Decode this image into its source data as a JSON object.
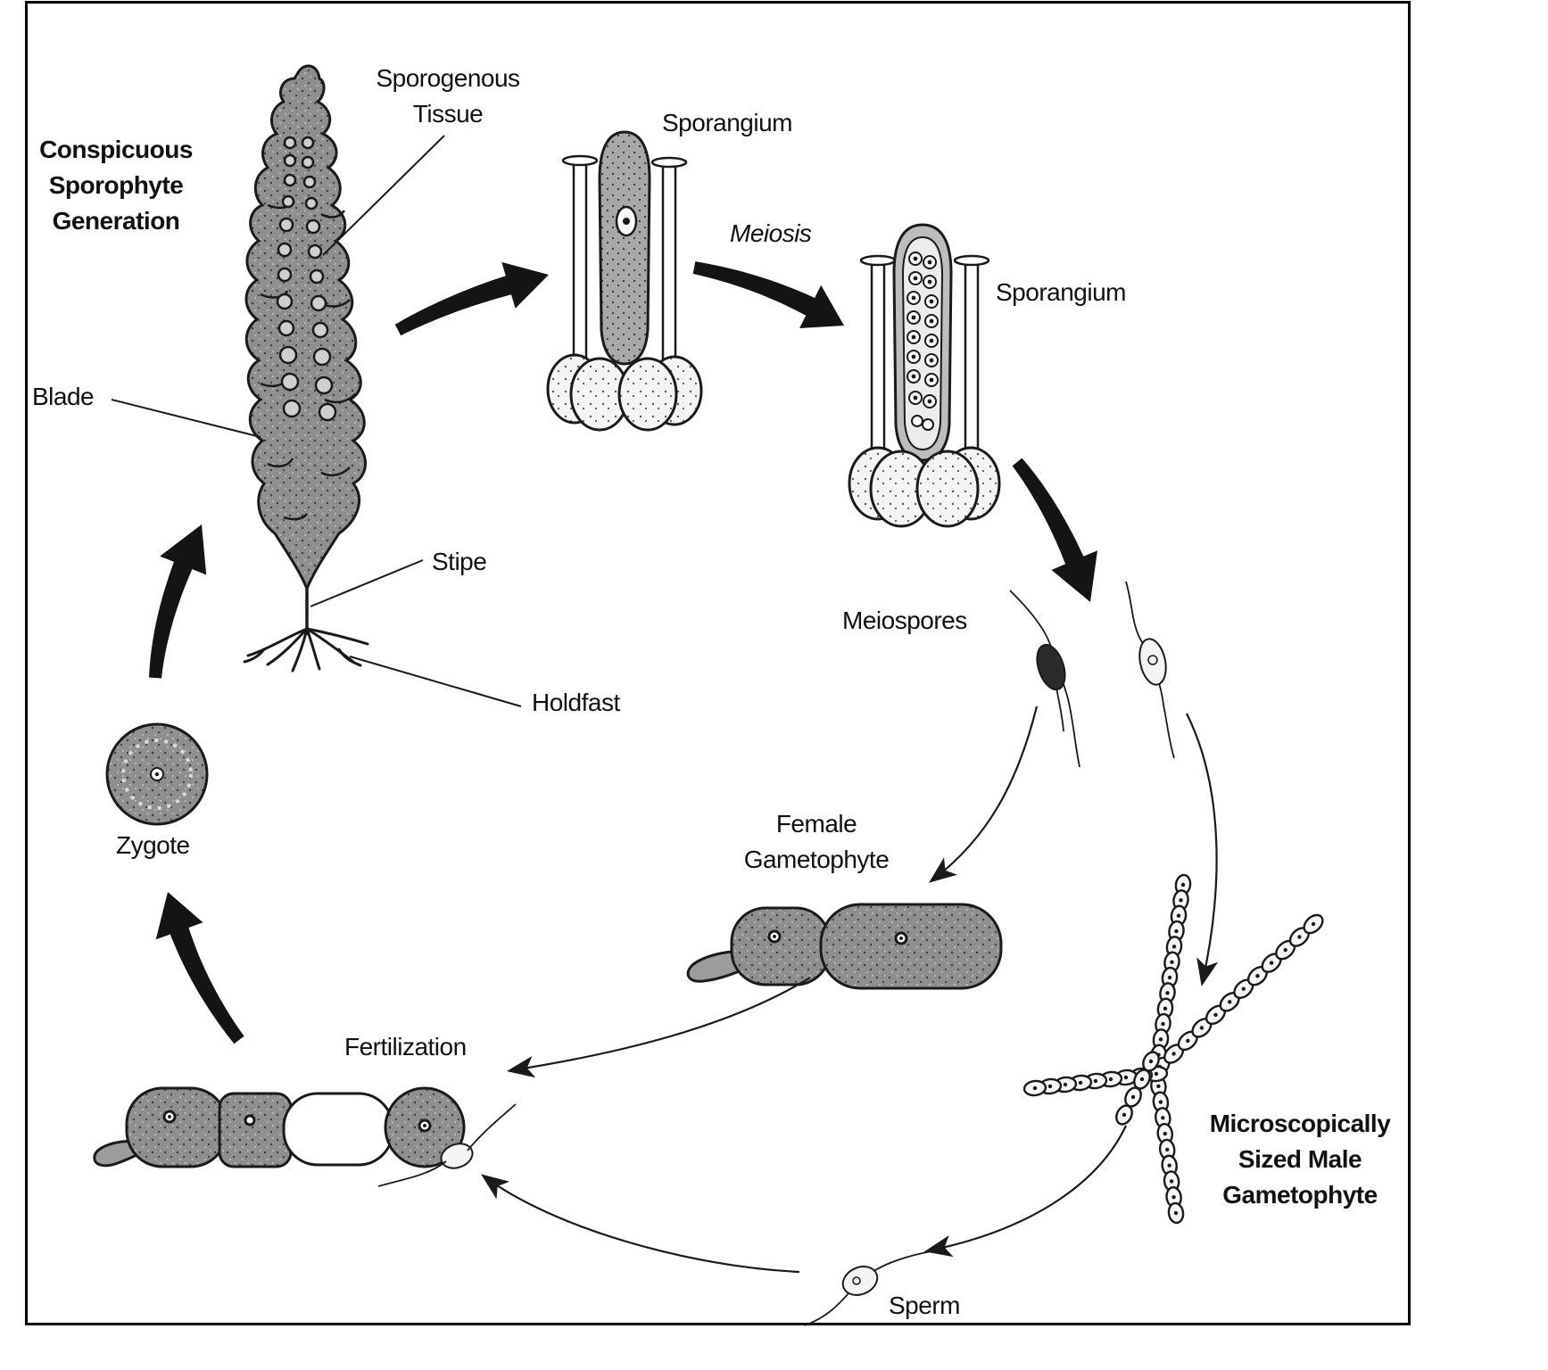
{
  "labels": {
    "sporophyte_generation": [
      "Conspicuous",
      "Sporophyte",
      "Generation"
    ],
    "sporogenous_tissue": [
      "Sporogenous",
      "Tissue"
    ],
    "blade": "Blade",
    "stipe": "Stipe",
    "holdfast": "Holdfast",
    "sporangium_1": "Sporangium",
    "sporangium_2": "Sporangium",
    "meiosis": "Meiosis",
    "meiospores": "Meiospores",
    "female_gametophyte": [
      "Female",
      "Gametophyte"
    ],
    "male_gametophyte": [
      "Microscopically",
      "Sized Male",
      "Gametophyte"
    ],
    "sperm": "Sperm",
    "fertilization": "Fertilization",
    "zygote": "Zygote"
  },
  "colors": {
    "stroke": "#1a1a1a",
    "tissue_fill": "#9a9a9a",
    "cell_fill": "#7d7d7d",
    "pale_fill": "#f2f2f2"
  }
}
